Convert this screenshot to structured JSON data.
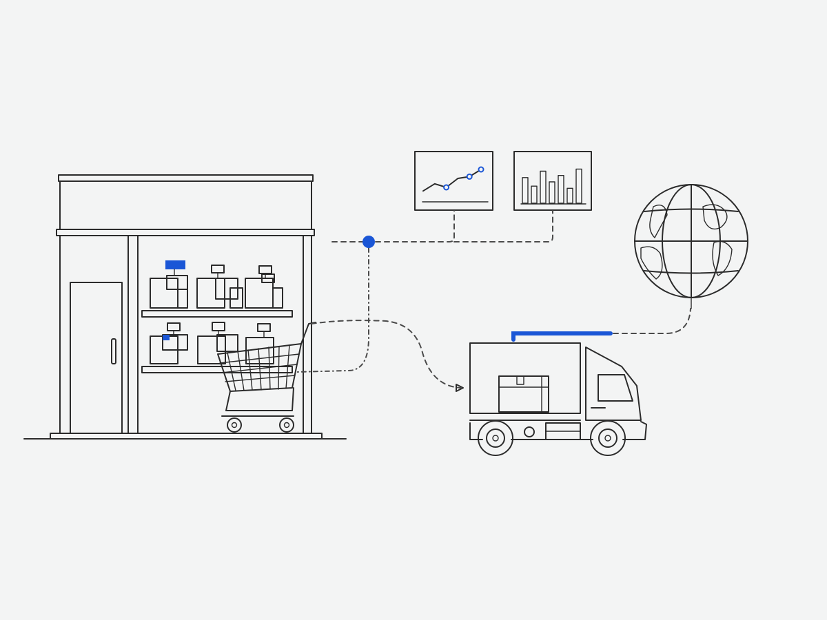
{
  "colors": {
    "background": "#f3f4f4",
    "line": "#2b2b2b",
    "accent": "#1a56d6"
  },
  "icons": [
    "storefront-icon",
    "shopping-cart-icon",
    "line-chart-icon",
    "bar-chart-icon",
    "globe-icon",
    "delivery-truck-icon",
    "network-node-icon"
  ],
  "line_chart_values": [
    0.15,
    0.35,
    0.25,
    0.5,
    0.55,
    0.75
  ],
  "bar_chart_values": [
    0.6,
    0.4,
    0.75,
    0.5,
    0.65,
    0.35,
    0.8
  ]
}
